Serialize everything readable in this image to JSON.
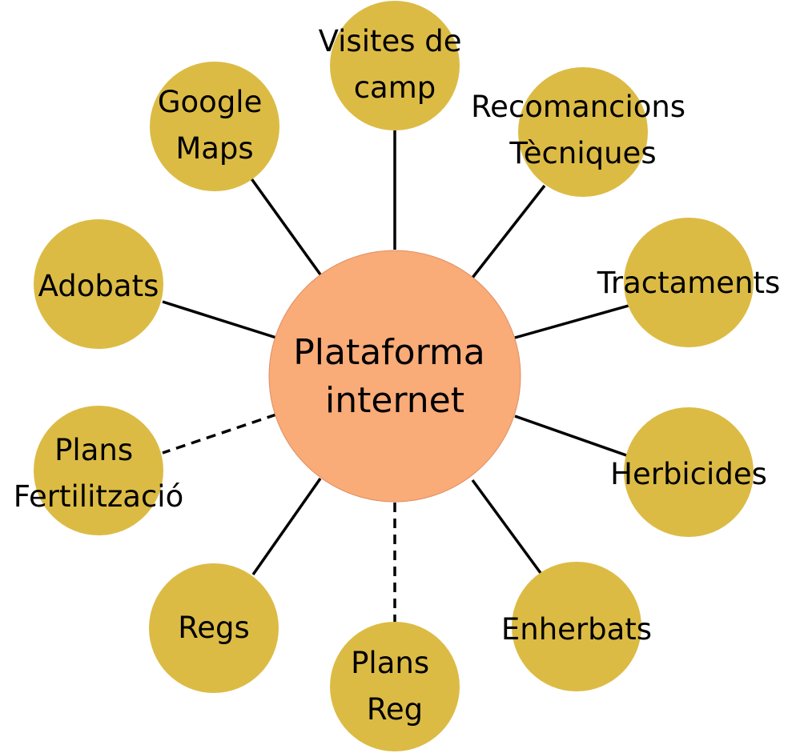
{
  "diagram": {
    "center": {
      "lines": [
        "Plataforma",
        "internet"
      ],
      "color": "#f9ab78"
    },
    "node_color": "#dcbb45",
    "nodes": [
      {
        "id": "visites-de-camp",
        "lines": [
          "Visites de",
          "camp"
        ],
        "link": "solid"
      },
      {
        "id": "recomancions-tecniques",
        "lines": [
          "Recomancions",
          "Tècniques"
        ],
        "link": "solid"
      },
      {
        "id": "tractaments",
        "lines": [
          "Tractaments"
        ],
        "link": "solid"
      },
      {
        "id": "herbicides",
        "lines": [
          "Herbicides"
        ],
        "link": "solid"
      },
      {
        "id": "enherbats",
        "lines": [
          "Enherbats"
        ],
        "link": "solid"
      },
      {
        "id": "plans-reg",
        "lines": [
          "Plans",
          "Reg"
        ],
        "link": "dashed"
      },
      {
        "id": "regs",
        "lines": [
          "Regs"
        ],
        "link": "solid"
      },
      {
        "id": "plans-fertilitzacio",
        "lines": [
          "Plans",
          "Fertilització"
        ],
        "link": "dashed"
      },
      {
        "id": "adobats",
        "lines": [
          "Adobats"
        ],
        "link": "solid"
      },
      {
        "id": "google-maps",
        "lines": [
          "Google",
          "Maps"
        ],
        "link": "solid"
      }
    ]
  }
}
